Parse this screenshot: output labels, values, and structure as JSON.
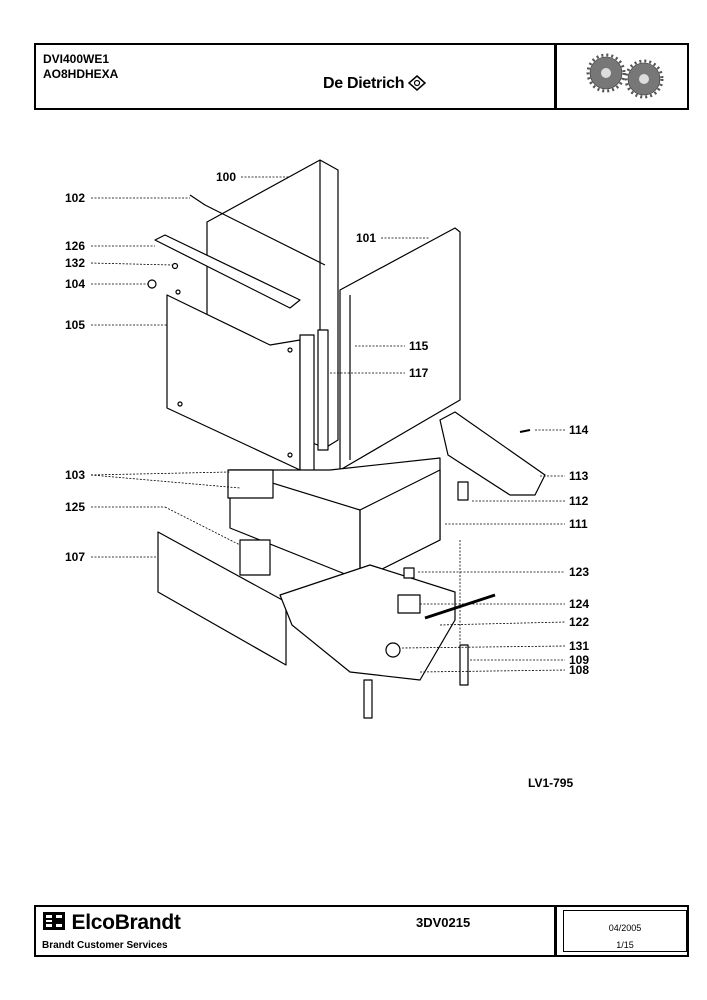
{
  "header": {
    "model_line1": "DVI400WE1",
    "model_line2": "AO8HDHEXA",
    "brand": "De Dietrich"
  },
  "diagram": {
    "reference": "LV1-795",
    "callouts": {
      "c100": "100",
      "c101": "101",
      "c102": "102",
      "c103": "103",
      "c104": "104",
      "c105": "105",
      "c107": "107",
      "c108": "108",
      "c109": "109",
      "c111": "111",
      "c112": "112",
      "c113": "113",
      "c114": "114",
      "c115": "115",
      "c117": "117",
      "c122": "122",
      "c123": "123",
      "c124": "124",
      "c125": "125",
      "c126": "126",
      "c131": "131",
      "c132": "132"
    }
  },
  "footer": {
    "company": "ElcoBrandt",
    "department": "Brandt Customer Services",
    "document_code": "3DV0215",
    "date": "04/2005",
    "page": "1/15"
  }
}
